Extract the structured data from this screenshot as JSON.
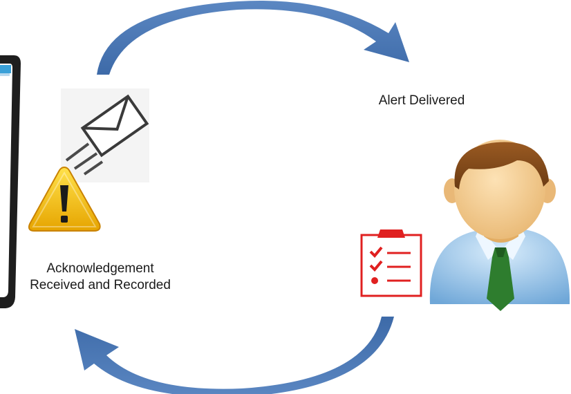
{
  "labels": {
    "alert_delivered": "Alert Delivered",
    "acknowledgement_line1": "Acknowledgement",
    "acknowledgement_line2": "Received and Recorded"
  },
  "colors": {
    "arrow_blue": "#4a77b4",
    "arrow_light": "#6f98cf",
    "warning_yellow": "#f2c200",
    "warning_orange": "#e39a00",
    "checklist_red": "#e02020",
    "tablet_frame": "#222222",
    "shirt_blue": "#8ec0ea",
    "tie_green": "#2e7d2e",
    "hair_brown": "#7a4417",
    "skin": "#f3c98b"
  }
}
